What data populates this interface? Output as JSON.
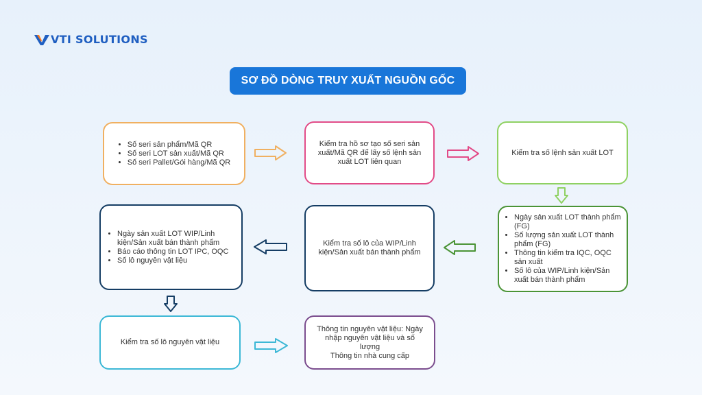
{
  "brand": {
    "name": "VTI SOLUTIONS"
  },
  "title": "SƠ ĐỒ DÒNG TRUY XUẤT NGUỒN GỐC",
  "colors": {
    "orange": "#f0b061",
    "pink": "#e24b87",
    "green": "#8fd162",
    "dark_green": "#4b9436",
    "navy": "#153d64",
    "cyan": "#3cb8d6",
    "purple": "#7b4d8e",
    "title_bg": "#1976d9"
  },
  "nodes": {
    "box1": {
      "items": [
        "Số seri sản phẩm/Mã QR",
        "Số seri LOT sản xuất/Mã QR",
        "Số seri Pallet/Gói hàng/Mã QR"
      ]
    },
    "box2": {
      "text": "Kiểm tra hồ sơ tạo số seri sản xuất/Mã QR để lấy số lệnh sản xuất LOT liên quan"
    },
    "box3": {
      "text": "Kiểm tra số lệnh sản xuất LOT"
    },
    "box4": {
      "items": [
        "Ngày sản xuất LOT thành phẩm (FG)",
        "Số lượng sản xuất LOT thành phẩm (FG)",
        "Thông tin kiểm tra IQC, OQC sản xuất",
        "Số lô của WIP/Linh kiện/Sản xuất bán thành phẩm"
      ]
    },
    "box5": {
      "text": "Kiểm tra số lô của WIP/Linh kiện/Sản xuất bán thành phẩm"
    },
    "box6": {
      "items": [
        "Ngày sản xuất LOT WIP/Linh kiện/Sản xuất bán thành phẩm",
        "Báo cáo thông tin LOT IPC, OQC",
        "Số lô nguyên vật liệu"
      ]
    },
    "box7": {
      "text": "Kiểm tra số lô nguyên vật liệu"
    },
    "box8": {
      "lines": [
        "Thông tin nguyên vật liệu: Ngày nhập nguyên vật liệu và số lượng",
        "Thông tin nhà cung cấp"
      ]
    }
  }
}
